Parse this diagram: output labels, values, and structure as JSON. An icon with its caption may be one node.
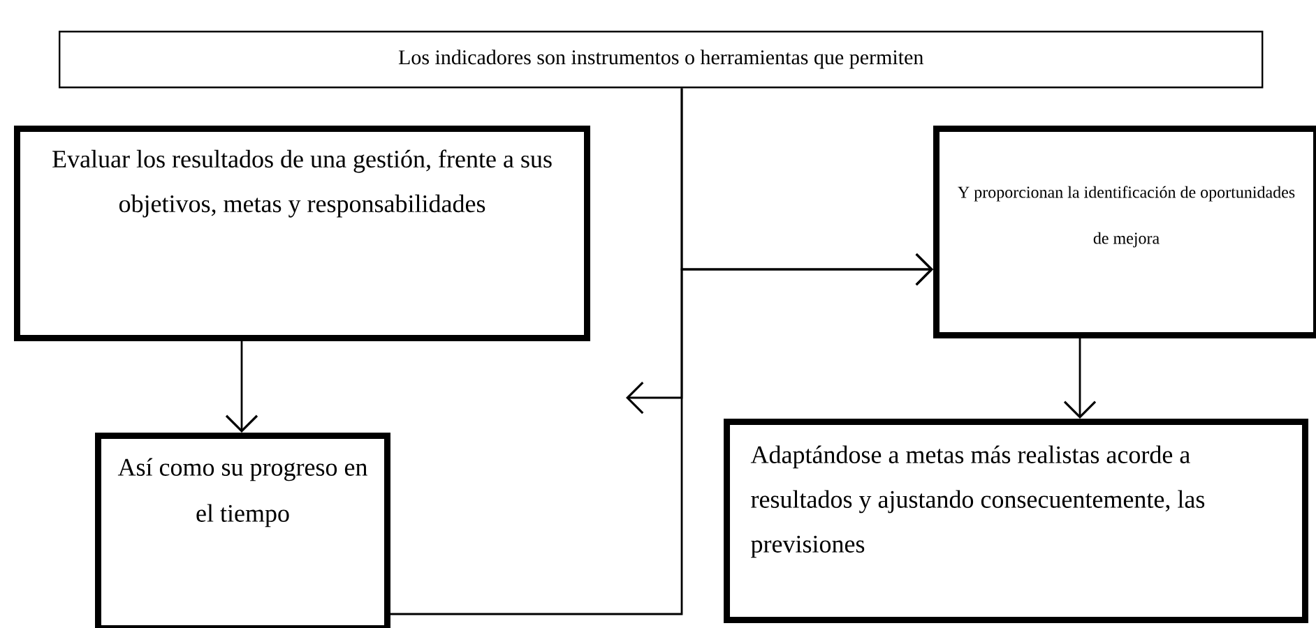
{
  "diagram": {
    "nodes": [
      {
        "text": [
          "Los indicadores son instrumentos o herramientas que permiten"
        ]
      },
      {
        "text": [
          "Evaluar los resultados de una gestión, frente a sus objetivos, metas y responsabilidades"
        ]
      },
      {
        "text": [
          "Así como su progreso en el tiempo"
        ]
      },
      {
        "text": [
          "Y proporcionan la identificación de oportunidades de mejora"
        ]
      },
      {
        "text": [
          "Adaptándose a metas más realistas acorde a resultados y ajustando consecuentemente, las previsiones"
        ]
      }
    ],
    "edges": [
      {
        "from": 0,
        "to": 3,
        "arrow": "to"
      },
      {
        "from": 1,
        "to": 2,
        "arrow": "to"
      },
      {
        "from": 2,
        "to": 3,
        "arrow": "to"
      },
      {
        "from": 3,
        "to": 4,
        "arrow": "to"
      },
      {
        "from": 0,
        "to": null,
        "arrow": "to"
      }
    ]
  }
}
